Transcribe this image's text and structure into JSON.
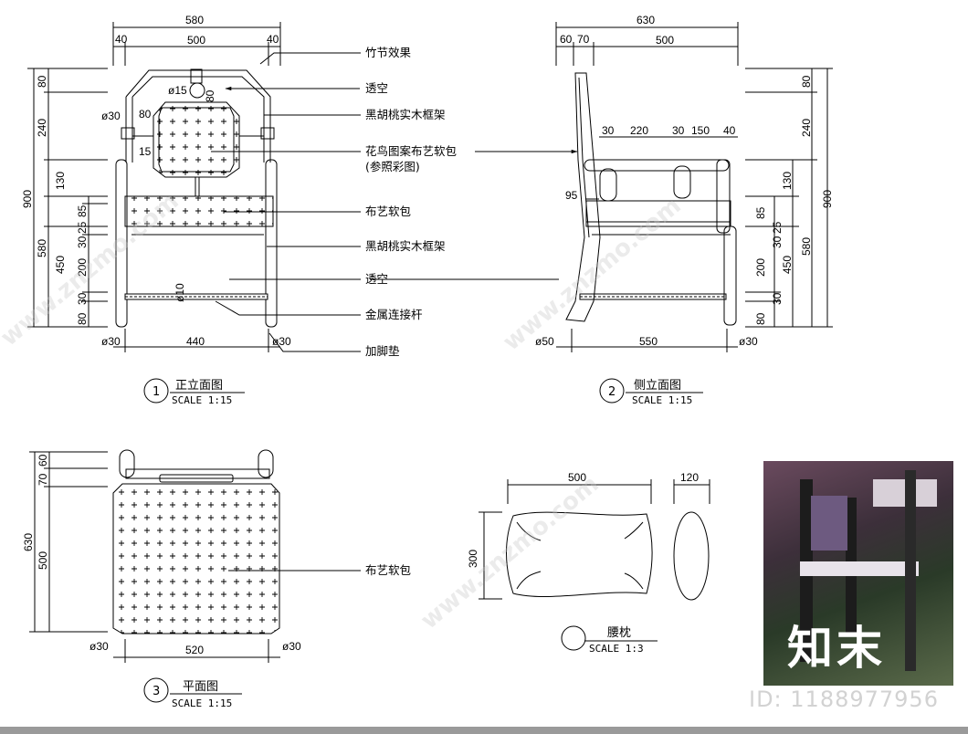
{
  "front_view": {
    "dims_top": [
      "580",
      "40",
      "500",
      "40"
    ],
    "dims_left": [
      "80",
      "240",
      "900",
      "130",
      "25",
      "85",
      "30",
      "580",
      "450",
      "200",
      "30",
      "80"
    ],
    "dims_inner": [
      "ø15",
      "80",
      "ø30",
      "80",
      "15",
      "ø10"
    ],
    "dims_bottom": [
      "ø30",
      "440",
      "ø30"
    ],
    "callouts": [
      "竹节效果",
      "透空",
      "黑胡桃实木框架",
      "花鸟图案布艺软包",
      "(参照彩图)",
      "布艺软包",
      "黑胡桃实木框架",
      "透空",
      "金属连接杆",
      "加脚垫"
    ],
    "title_num": "1",
    "title": "正立面图",
    "scale": "SCALE 1:15"
  },
  "side_view": {
    "dims_top": [
      "630",
      "60",
      "70",
      "500"
    ],
    "dims_mid": [
      "30",
      "220",
      "30",
      "150",
      "40",
      "95"
    ],
    "dims_right": [
      "80",
      "240",
      "900",
      "130",
      "85",
      "25",
      "30",
      "580",
      "200",
      "450",
      "30",
      "80"
    ],
    "dims_bottom": [
      "ø50",
      "550",
      "ø30"
    ],
    "title_num": "2",
    "title": "侧立面图",
    "scale": "SCALE 1:15"
  },
  "plan_view": {
    "dims_left": [
      "60",
      "70",
      "630",
      "500"
    ],
    "dims_bottom": [
      "ø30",
      "520",
      "ø30"
    ],
    "callout": "布艺软包",
    "title_num": "3",
    "title": "平面图",
    "scale": "SCALE 1:15"
  },
  "pillow_view": {
    "dims": [
      "500",
      "120",
      "300"
    ],
    "title": "腰枕",
    "scale": "SCALE 1:3"
  },
  "watermark": {
    "site": "www.znzmo.com",
    "brand": "知末",
    "id_text": "ID: 1188977956"
  },
  "colors": {
    "line": "#000000",
    "watermark": "#c8c8c8",
    "footer_bar": "#9a9a9a"
  }
}
